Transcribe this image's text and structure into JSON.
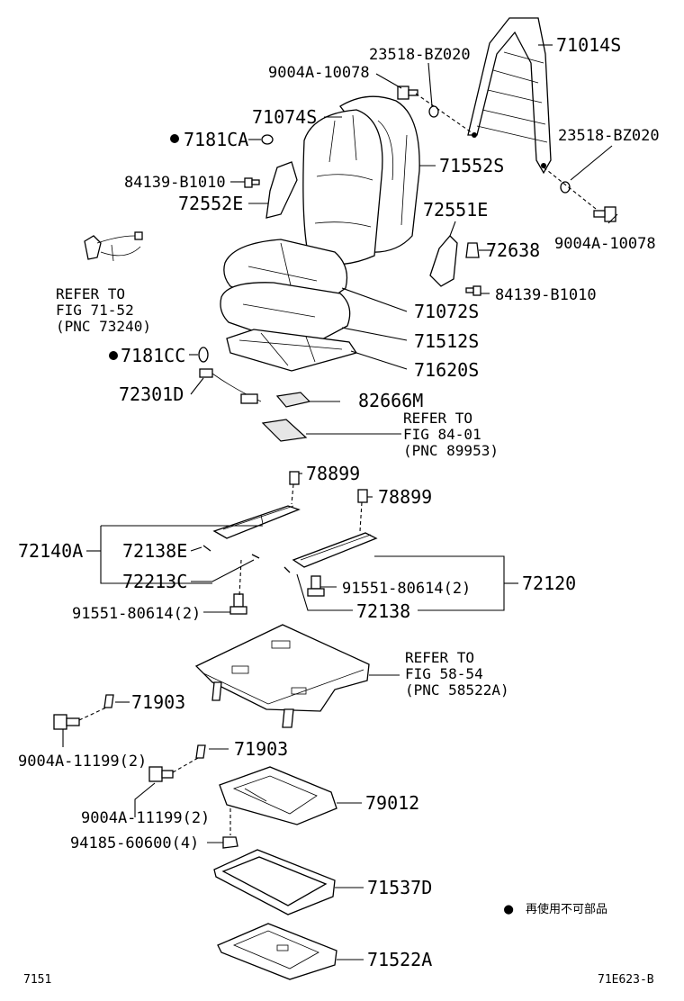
{
  "labels": {
    "p71014S": "71014S",
    "p23518_top": "23518-BZ020",
    "p9004A_top": "9004A-10078",
    "p71074S": "71074S",
    "p7181CA": "7181CA",
    "p71552S": "71552S",
    "p23518_right": "23518-BZ020",
    "p84139_left": "84139-B1010",
    "p72552E": "72552E",
    "p72551E": "72551E",
    "p9004A_right": "9004A-10078",
    "p72638": "72638",
    "p84139_right": "84139-B1010",
    "p71072S": "71072S",
    "p71512S": "71512S",
    "p7181CC": "7181CC",
    "p71620S": "71620S",
    "p72301D": "72301D",
    "p82666M": "82666M",
    "p78899_a": "78899",
    "p78899_b": "78899",
    "p72140A": "72140A",
    "p72138E": "72138E",
    "p72213C": "72213C",
    "p91551_right": "91551-80614(2)",
    "p72120": "72120",
    "p72138": "72138",
    "p91551_left": "91551-80614(2)",
    "p71903_a": "71903",
    "p9004A_11199_a": "9004A-11199(2)",
    "p71903_b": "71903",
    "p9004A_11199_b": "9004A-11199(2)",
    "p79012": "79012",
    "p94185": "94185-60600(4)",
    "p71537D": "71537D",
    "p71522A": "71522A"
  },
  "references": {
    "ref1": [
      "REFER TO",
      "FIG 71-52",
      "(PNC 73240)"
    ],
    "ref2": [
      "REFER TO",
      "FIG 84-01",
      "(PNC 89953)"
    ],
    "ref3": [
      "REFER TO",
      "FIG 58-54",
      "(PNC 58522A)"
    ]
  },
  "legend": {
    "symbol": "●",
    "text": "再使用不可部品"
  },
  "footer": {
    "left": "7151",
    "right": "71E623-B"
  }
}
